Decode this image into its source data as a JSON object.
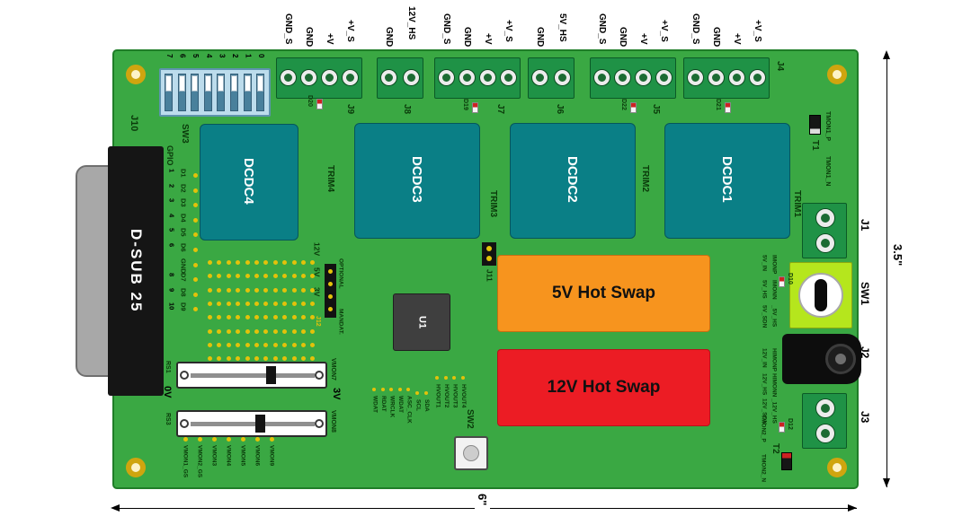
{
  "dimensions": {
    "height": "3.5\"",
    "width": "6\""
  },
  "top_connectors": [
    {
      "name": "J9",
      "terminals": [
        "GND_S",
        "GND",
        "+V",
        "+V_S"
      ]
    },
    {
      "name": "J8",
      "terminals": [
        "GND",
        "12V_HS"
      ]
    },
    {
      "name": "J7",
      "terminals": [
        "GND_S",
        "GND",
        "+V",
        "+V_S"
      ]
    },
    {
      "name": "J6",
      "terminals": [
        "GND",
        "5V_HS"
      ]
    },
    {
      "name": "J5",
      "terminals": [
        "GND_S",
        "GND",
        "+V",
        "+V_S"
      ]
    },
    {
      "name": "J4",
      "terminals": [
        "GND_S",
        "GND",
        "+V",
        "+V_S"
      ]
    }
  ],
  "top_leds": [
    "D20",
    "D19",
    "D22",
    "D21"
  ],
  "dcdc_modules": [
    "DCDC4",
    "DCDC3",
    "DCDC2",
    "DCDC1"
  ],
  "trim_pots": [
    "TRIM4",
    "TRIM3",
    "TRIM2",
    "TRIM1"
  ],
  "hot_swap_5v": "5V Hot Swap",
  "hot_swap_12v": "12V Hot Swap",
  "ic_u1": "U1",
  "dsub": {
    "label": "D-SUB 25",
    "designator": "J10"
  },
  "dip_switch": {
    "name": "SW3",
    "scale": [
      "7",
      "6",
      "5",
      "4",
      "3",
      "2",
      "1",
      "0"
    ]
  },
  "gpio": {
    "title": "GPIO",
    "rows": [
      {
        "pin": "1",
        "net": "D1"
      },
      {
        "pin": "2",
        "net": "D2"
      },
      {
        "pin": "3",
        "net": "D3"
      },
      {
        "pin": "4",
        "net": "D4"
      },
      {
        "pin": "5",
        "net": "D5"
      },
      {
        "pin": "6",
        "net": "D6"
      },
      {
        "pin": "",
        "net": "GND"
      },
      {
        "pin": "8",
        "net": "D7"
      },
      {
        "pin": "9",
        "net": "D8"
      },
      {
        "pin": "10",
        "net": "D9"
      }
    ]
  },
  "power_rails": [
    "12V",
    "5V",
    "3V"
  ],
  "j11": "J11",
  "j12": {
    "name": "J12",
    "above": "OPTIONAL",
    "below": "MANDAT."
  },
  "sliders": {
    "rs1": {
      "name": "RS1",
      "signal": "VMON7"
    },
    "rs3": {
      "name": "RS3",
      "signal": "VMON8"
    },
    "min": "0V",
    "max": "3V"
  },
  "vmon_labels": [
    "VMON1_GS",
    "VMON2_GS",
    "VMON3",
    "VMON4",
    "VMON5",
    "VMON6",
    "VMON9"
  ],
  "bus_labels": [
    "WDAT",
    "RDAT",
    "WRCLK",
    "WDAT",
    "ASC_CLK"
  ],
  "i2c_labels": [
    "SCL",
    "SDA"
  ],
  "hvout_labels": [
    "HVOUT1",
    "HVOUT2",
    "HVOUT3",
    "HVOUT4"
  ],
  "sw2": "SW2",
  "right": {
    "t1": {
      "name": "T1",
      "p": "TMON1_P",
      "n": "TMON1_N"
    },
    "j1": "J1",
    "sw1": "SW1",
    "j2": "J2",
    "j3": "J3",
    "hs5_nets": [
      "5V_IN",
      "5V_HS",
      "5V_SDN",
      "IMONP",
      "IMONN",
      "_5V_HS"
    ],
    "d10": "D10",
    "hs12_nets": [
      "12V_IN",
      "12V_HS",
      "12V_SDN",
      "HIMONP",
      "HIMONN",
      "_12V_HS"
    ],
    "d12": "D12",
    "t2": {
      "name": "T2",
      "p": "TMON2_P",
      "n": "TMON2_N"
    }
  },
  "colors": {
    "board": "#3aa843",
    "terminal_block": "#1f9246",
    "dcdc": "#0a7f86",
    "hot_swap_5v": "#f7941e",
    "hot_swap_12v": "#ec1c24",
    "silkscreen": "#0a3a0a",
    "via": "#e3c20a",
    "dip_body": "#bcdcec",
    "sw1_base": "#b5e61d"
  }
}
